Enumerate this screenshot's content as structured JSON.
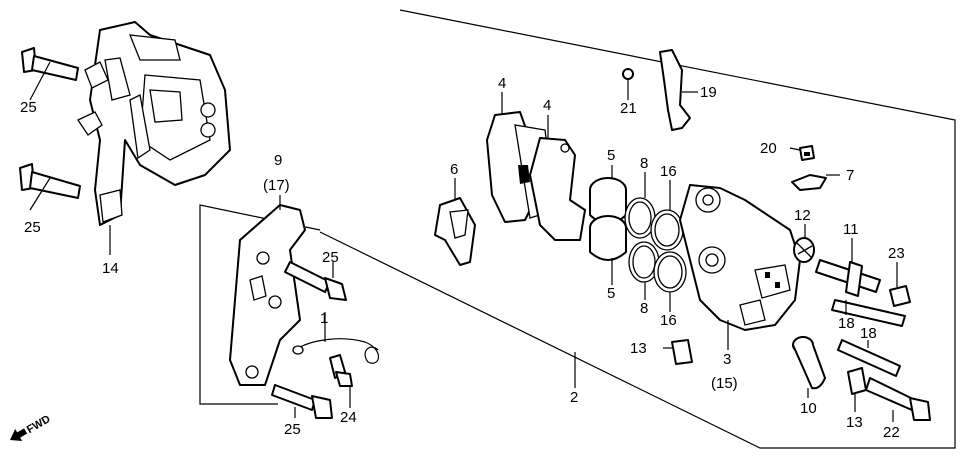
{
  "diagram": {
    "labels": {
      "p1": "1",
      "p2": "2",
      "p3": "3",
      "p3_alt": "(15)",
      "p4a": "4",
      "p4b": "4",
      "p5a": "5",
      "p5b": "5",
      "p6": "6",
      "p7": "7",
      "p8a": "8",
      "p8b": "8",
      "p9": "9",
      "p9_alt": "(17)",
      "p10": "10",
      "p11": "11",
      "p12": "12",
      "p13a": "13",
      "p13b": "13",
      "p14": "14",
      "p16a": "16",
      "p16b": "16",
      "p18a": "18",
      "p18b": "18",
      "p19": "19",
      "p20": "20",
      "p21": "21",
      "p22": "22",
      "p23": "23",
      "p24": "24",
      "p25a": "25",
      "p25b": "25",
      "p25c": "25",
      "p25d": "25"
    },
    "fwd": "FWD"
  }
}
